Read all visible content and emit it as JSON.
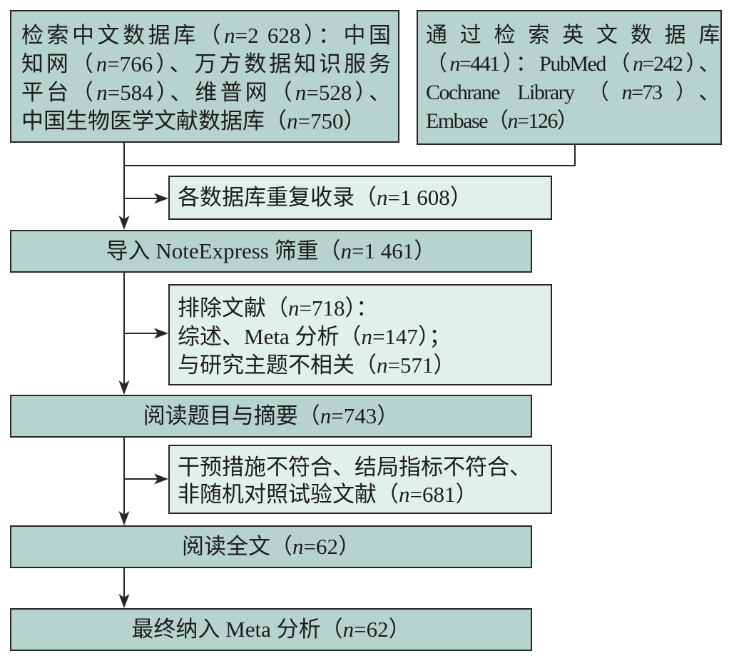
{
  "diagram": {
    "chinese_search": {
      "lines": [
        "检索中文数据库（n=2 628）：中国",
        "知网（n=766）、万方数据知识服务",
        "平台（n=584）、维普网（n=528）、",
        "中国生物医学文献数据库（n=750）"
      ]
    },
    "english_search": {
      "lines": [
        "通过检索英文数据库",
        "（n=441）：PubMed（n=242）、",
        "Cochrane Library（n=73）、",
        "Embase（n=126）"
      ]
    },
    "duplicates": "各数据库重复收录（n=1 608）",
    "import": "导入 NoteExpress 筛重（n=1 461）",
    "excluded_first": {
      "lines": [
        "排除文献（n=718）：",
        "综述、Meta 分析（n=147）；",
        "与研究主题不相关（n=571）"
      ]
    },
    "title_abstract": "阅读题目与摘要（n=743）",
    "excluded_second": {
      "lines": [
        "干预措施不符合、结局指标不符合、",
        "非随机对照试验文献（n=681）"
      ]
    },
    "full_text": "阅读全文（n=62）",
    "included": "最终纳入 Meta 分析（n=62）"
  },
  "colors": {
    "main_box_fill": "#b6d4cd",
    "side_box_fill": "#e2f0ec",
    "border": "#262626",
    "text": "#1c1c1c"
  }
}
